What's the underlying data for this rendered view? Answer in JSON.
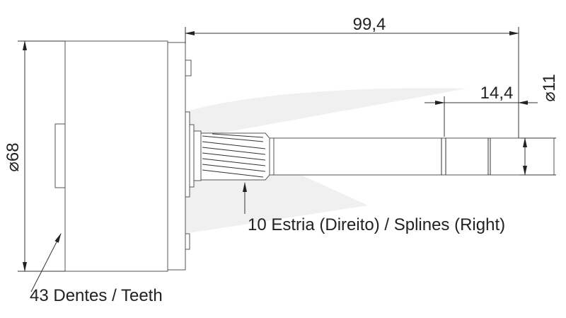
{
  "dimensions": {
    "overall_length": "99,4",
    "spline_length": "14,4",
    "body_diameter": "⌀68",
    "shaft_diameter": "⌀11"
  },
  "annotations": {
    "splines": "10 Estria (Direito) / Splines (Right)",
    "teeth": "43 Dentes / Teeth"
  }
}
